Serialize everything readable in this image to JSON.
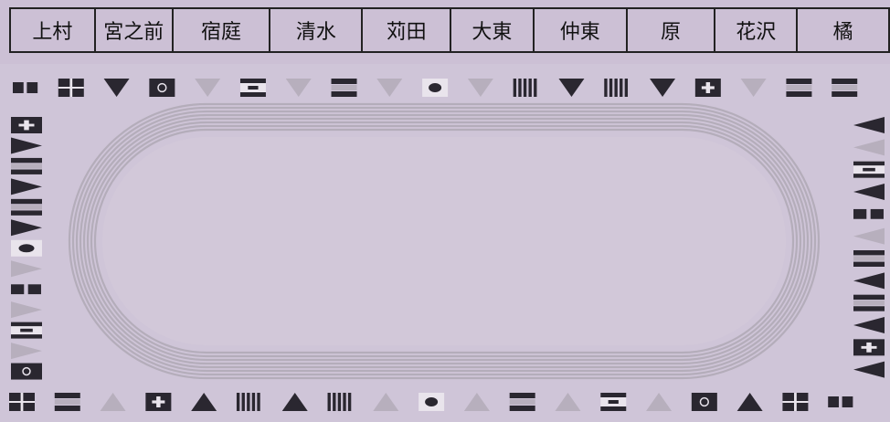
{
  "names": [
    "上村",
    "宮之前",
    "宿庭",
    "清水",
    "苅田",
    "大東",
    "仲東",
    "原",
    "花沢",
    "橘"
  ],
  "top_flags": [
    {
      "kind": "square-pair",
      "icon": "flag-square-pair-icon"
    },
    {
      "kind": "quad",
      "icon": "flag-quad-icon"
    },
    {
      "kind": "triangle-down",
      "icon": "pennant-down-icon"
    },
    {
      "kind": "emblem",
      "icon": "flag-emblem-icon"
    },
    {
      "kind": "triangle-down-light",
      "icon": "pennant-down-light-icon"
    },
    {
      "kind": "cross-bar",
      "icon": "flag-cross-bar-icon"
    },
    {
      "kind": "triangle-down-light",
      "icon": "pennant-down-light-icon"
    },
    {
      "kind": "stripes",
      "icon": "flag-stripes-icon"
    },
    {
      "kind": "triangle-down-light",
      "icon": "pennant-down-light-icon"
    },
    {
      "kind": "dot",
      "icon": "flag-dot-icon"
    },
    {
      "kind": "triangle-down-light",
      "icon": "pennant-down-light-icon"
    },
    {
      "kind": "vertical-bars",
      "icon": "flag-vertical-bars-icon"
    },
    {
      "kind": "triangle-down",
      "icon": "pennant-down-icon"
    },
    {
      "kind": "vertical-bars",
      "icon": "flag-vertical-bars-icon"
    },
    {
      "kind": "triangle-down",
      "icon": "pennant-down-icon"
    },
    {
      "kind": "cross",
      "icon": "flag-cross-icon"
    },
    {
      "kind": "triangle-down-light",
      "icon": "pennant-down-light-icon"
    },
    {
      "kind": "stripes",
      "icon": "flag-stripes-icon"
    },
    {
      "kind": "stripes",
      "icon": "flag-stripes-icon"
    }
  ],
  "bottom_flags": [
    {
      "kind": "quad",
      "icon": "flag-quad-icon"
    },
    {
      "kind": "stripes",
      "icon": "flag-stripes-icon"
    },
    {
      "kind": "triangle-up-light",
      "icon": "pennant-up-light-icon"
    },
    {
      "kind": "cross",
      "icon": "flag-cross-icon"
    },
    {
      "kind": "triangle-up",
      "icon": "pennant-up-icon"
    },
    {
      "kind": "vertical-bars",
      "icon": "flag-vertical-bars-icon"
    },
    {
      "kind": "triangle-up",
      "icon": "pennant-up-icon"
    },
    {
      "kind": "vertical-bars",
      "icon": "flag-vertical-bars-icon"
    },
    {
      "kind": "triangle-up-light",
      "icon": "pennant-up-light-icon"
    },
    {
      "kind": "dot",
      "icon": "flag-dot-icon"
    },
    {
      "kind": "triangle-up-light",
      "icon": "pennant-up-light-icon"
    },
    {
      "kind": "stripes",
      "icon": "flag-stripes-icon"
    },
    {
      "kind": "triangle-up-light",
      "icon": "pennant-up-light-icon"
    },
    {
      "kind": "cross-bar",
      "icon": "flag-cross-bar-icon"
    },
    {
      "kind": "triangle-up-light",
      "icon": "pennant-up-light-icon"
    },
    {
      "kind": "emblem",
      "icon": "flag-emblem-icon"
    },
    {
      "kind": "triangle-up",
      "icon": "pennant-up-icon"
    },
    {
      "kind": "quad",
      "icon": "flag-quad-icon"
    },
    {
      "kind": "square-pair",
      "icon": "flag-square-pair-icon"
    }
  ],
  "left_flags": [
    {
      "kind": "cross",
      "icon": "flag-cross-icon"
    },
    {
      "kind": "pennant-right",
      "icon": "pennant-right-icon"
    },
    {
      "kind": "stripes",
      "icon": "flag-stripes-icon"
    },
    {
      "kind": "pennant-right",
      "icon": "pennant-right-icon"
    },
    {
      "kind": "stripes",
      "icon": "flag-stripes-icon"
    },
    {
      "kind": "pennant-right",
      "icon": "pennant-right-icon"
    },
    {
      "kind": "dot",
      "icon": "flag-dot-icon"
    },
    {
      "kind": "pennant-right-light",
      "icon": "pennant-right-light-icon"
    },
    {
      "kind": "square-pair",
      "icon": "flag-square-pair-icon"
    },
    {
      "kind": "pennant-right-light",
      "icon": "pennant-right-light-icon"
    },
    {
      "kind": "cross-bar",
      "icon": "flag-cross-bar-icon"
    },
    {
      "kind": "pennant-right-light",
      "icon": "pennant-right-light-icon"
    },
    {
      "kind": "emblem",
      "icon": "flag-emblem-icon"
    }
  ],
  "right_flags": [
    {
      "kind": "pennant-left",
      "icon": "pennant-left-icon"
    },
    {
      "kind": "pennant-left-light",
      "icon": "pennant-left-light-icon"
    },
    {
      "kind": "cross-bar",
      "icon": "flag-cross-bar-icon"
    },
    {
      "kind": "pennant-left",
      "icon": "pennant-left-icon"
    },
    {
      "kind": "square-pair",
      "icon": "flag-square-pair-icon"
    },
    {
      "kind": "pennant-left-light",
      "icon": "pennant-left-light-icon"
    },
    {
      "kind": "stripes",
      "icon": "flag-stripes-icon"
    },
    {
      "kind": "pennant-left",
      "icon": "pennant-left-icon"
    },
    {
      "kind": "stripes",
      "icon": "flag-stripes-icon"
    },
    {
      "kind": "pennant-left",
      "icon": "pennant-left-icon"
    },
    {
      "kind": "cross",
      "icon": "flag-cross-icon"
    },
    {
      "kind": "pennant-left",
      "icon": "pennant-left-icon"
    }
  ],
  "colors": {
    "background": "#ccc0d5",
    "field": "#cfc5d8",
    "track": "#aba4b0",
    "flag_dark": "#2a2730",
    "flag_light": "#b7afbd",
    "flag_white": "#e9e4ec",
    "table_border": "#222222"
  }
}
